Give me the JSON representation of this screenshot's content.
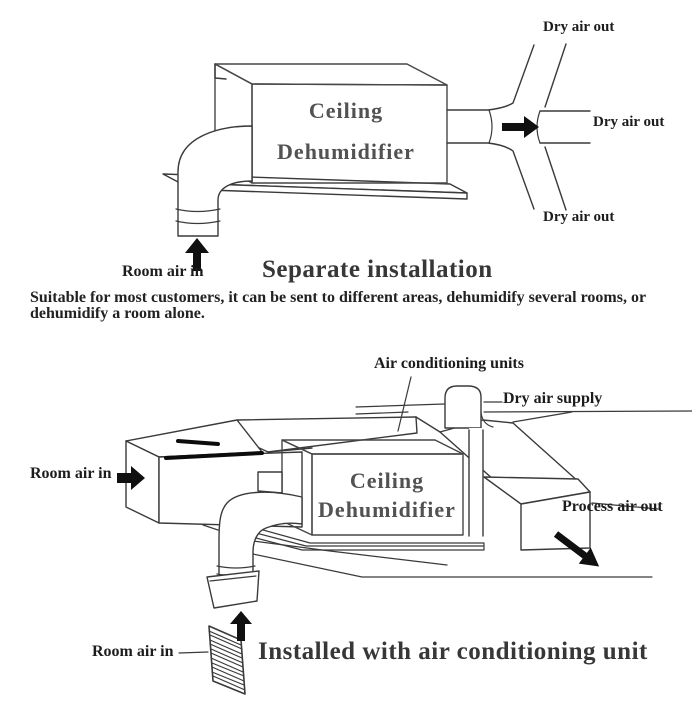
{
  "colors": {
    "box_front": "#b9b9b9",
    "box_top": "#c7c7c7",
    "box_side": "#a8a8a8",
    "outline": "#3a3a3a",
    "arrow": "#101010",
    "label_text": "#1c1c1c",
    "device_text": "#525252"
  },
  "top_diagram": {
    "device": {
      "line1": "Ceiling",
      "line2": "Dehumidifier"
    },
    "labels": {
      "dry_air_out_top": "Dry air out",
      "dry_air_out_middle": "Dry air out",
      "dry_air_out_bottom": "Dry air out",
      "room_air_in": "Room air in"
    },
    "title": "Separate installation",
    "caption": "Suitable for most customers, it can be sent to different areas, dehumidify several rooms, or dehumidify a room alone."
  },
  "bottom_diagram": {
    "device": {
      "line1": "Ceiling",
      "line2": "Dehumidifier"
    },
    "labels": {
      "air_conditioning_units": "Air conditioning units",
      "dry_air_supply": "Dry air supply",
      "room_air_in_left": "Room air in",
      "process_air_out": "Process air out",
      "room_air_in_bottom": "Room air in"
    },
    "title": "Installed with air conditioning unit"
  }
}
